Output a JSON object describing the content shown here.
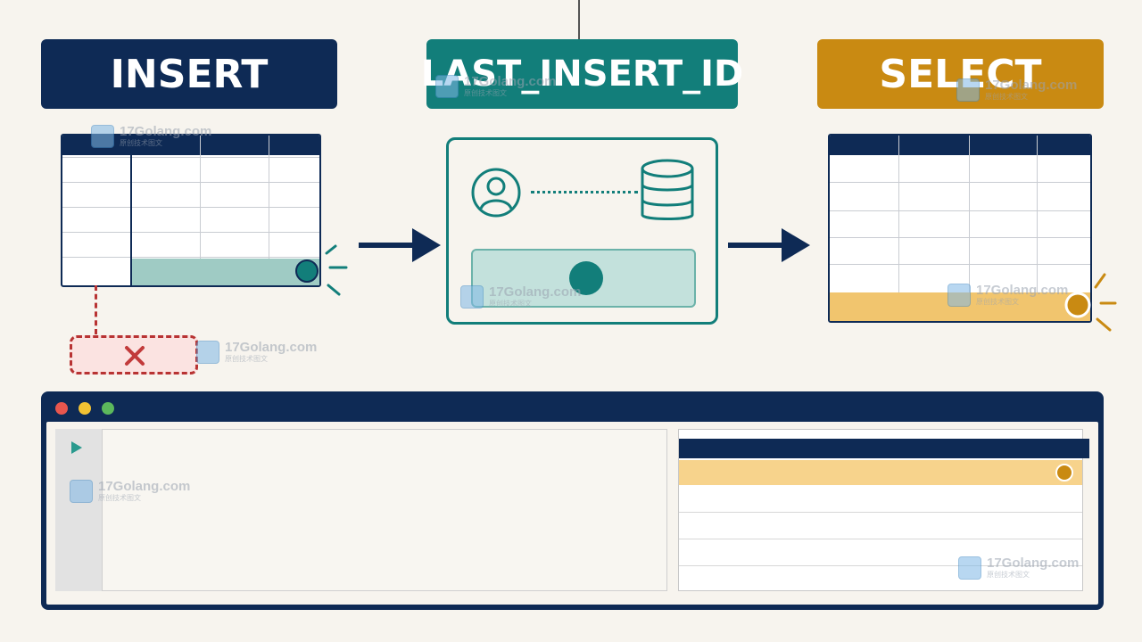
{
  "headers": {
    "insert": "INSERT",
    "last_insert_id": "LAST_INSERT_ID",
    "select": "SELECT"
  },
  "watermark": {
    "site": "17Golang.com",
    "tagline": "原创技术图文"
  },
  "window": {
    "traffic_lights": [
      "#e8564e",
      "#f2c233",
      "#5cb85c"
    ]
  },
  "colors": {
    "navy": "#0e2a55",
    "teal": "#127e7a",
    "gold": "#c98a12",
    "error": "#c23b3b"
  },
  "icons": {
    "user": "user-icon",
    "database": "database-icon",
    "error": "close-icon",
    "run": "play-icon"
  }
}
